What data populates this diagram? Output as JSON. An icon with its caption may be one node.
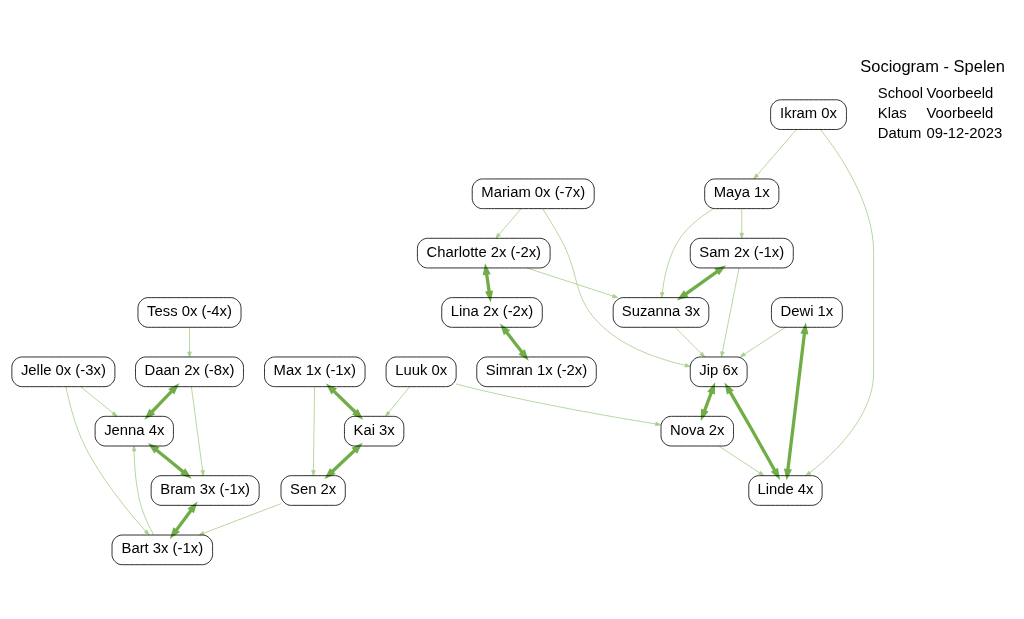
{
  "diagram": {
    "title": "Sociogram - Spelen",
    "nodes": [
      {
        "text": [
          "Tess 0x (-4x)"
        ]
      },
      {
        "text": [
          "Daan 2x (-8x)"
        ]
      },
      {
        "text": [
          "Jenna 4x"
        ]
      },
      {
        "text": [
          "Bram 3x (-1x)"
        ]
      },
      {
        "text": [
          "Jelle 0x (-3x)"
        ]
      },
      {
        "text": [
          "Bart 3x (-1x)"
        ]
      },
      {
        "text": [
          "Jip 6x"
        ]
      },
      {
        "text": [
          "Nova 2x"
        ]
      },
      {
        "text": [
          "Dewi 1x"
        ]
      },
      {
        "text": [
          "Mariam 0x (-7x)"
        ]
      },
      {
        "text": [
          "Sam 2x (-1x)"
        ]
      },
      {
        "text": [
          "Maya 1x"
        ]
      },
      {
        "text": [
          "Charlotte 2x (-2x)"
        ]
      },
      {
        "text": [
          "Suzanna 3x"
        ]
      },
      {
        "text": [
          "Luuk 0x"
        ]
      },
      {
        "text": [
          "Linde 4x"
        ]
      },
      {
        "text": [
          "Max 1x (-1x)"
        ]
      },
      {
        "text": [
          "Kai 3x"
        ]
      },
      {
        "text": [
          "Ikram 0x"
        ]
      },
      {
        "text": [
          "Lina 2x (-2x)"
        ]
      },
      {
        "text": [
          "Sen 2x"
        ]
      },
      {
        "text": [
          "Simran 1x (-2x)"
        ]
      }
    ],
    "edges": [
      {
        "from": 0,
        "to": 1,
        "arrow": "to"
      },
      {
        "from": 1,
        "to": 2,
        "arrow": "both",
        "style": "thick"
      },
      {
        "from": 2,
        "to": 3,
        "arrow": "both",
        "style": "thick"
      },
      {
        "from": 1,
        "to": 3,
        "arrow": "to"
      },
      {
        "from": 3,
        "to": 5,
        "arrow": "both",
        "style": "thick"
      },
      {
        "from": 4,
        "to": 2,
        "arrow": "to"
      },
      {
        "from": 5,
        "to": 2,
        "arrow": "to"
      },
      {
        "from": 4,
        "to": 5,
        "arrow": "to"
      },
      {
        "from": 20,
        "to": 5,
        "arrow": "to"
      },
      {
        "from": 6,
        "to": 7,
        "arrow": "both",
        "style": "thick"
      },
      {
        "from": 8,
        "to": 6,
        "arrow": "to"
      },
      {
        "from": 9,
        "to": 6,
        "arrow": "to"
      },
      {
        "from": 13,
        "to": 6,
        "arrow": "to"
      },
      {
        "from": 10,
        "to": 6,
        "arrow": "to"
      },
      {
        "from": 6,
        "to": 15,
        "arrow": "both",
        "style": "thick"
      },
      {
        "from": 8,
        "to": 15,
        "arrow": "both",
        "style": "thick"
      },
      {
        "from": 7,
        "to": 15,
        "arrow": "to"
      },
      {
        "from": 14,
        "to": 7,
        "arrow": "to"
      },
      {
        "from": 14,
        "to": 17,
        "arrow": "to"
      },
      {
        "from": 16,
        "to": 17,
        "arrow": "both",
        "style": "thick"
      },
      {
        "from": 16,
        "to": 20,
        "arrow": "to"
      },
      {
        "from": 17,
        "to": 20,
        "arrow": "both",
        "style": "thick"
      },
      {
        "from": 9,
        "to": 12,
        "arrow": "to"
      },
      {
        "from": 12,
        "to": 13,
        "arrow": "to"
      },
      {
        "from": 10,
        "to": 13,
        "arrow": "both",
        "style": "thick"
      },
      {
        "from": 11,
        "to": 10,
        "arrow": "to"
      },
      {
        "from": 11,
        "to": 13,
        "arrow": "to"
      },
      {
        "from": 18,
        "to": 11,
        "arrow": "to"
      },
      {
        "from": 18,
        "to": 15,
        "arrow": "to"
      },
      {
        "from": 12,
        "to": 19,
        "arrow": "both",
        "style": "thick"
      },
      {
        "from": 19,
        "to": 21,
        "arrow": "both",
        "style": "thick"
      }
    ],
    "labels": [
      "School",
      "Voorbeeld",
      "Klas",
      "Voorbeeld",
      "Datum",
      "09-12-2023"
    ]
  }
}
